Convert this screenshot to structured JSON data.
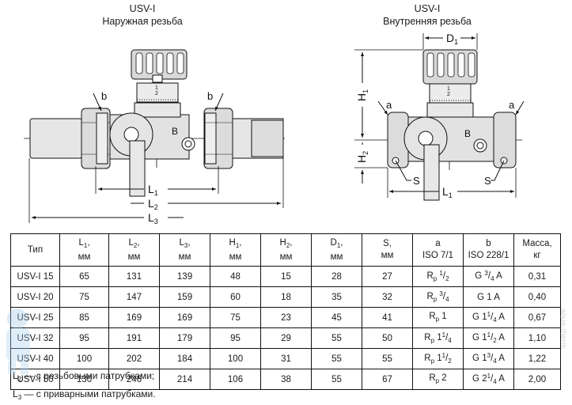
{
  "drawings": {
    "left": {
      "title": "USV-I",
      "subtitle": "Наружная резьба",
      "labels": {
        "b_left": "b",
        "b_right": "b",
        "B": "B",
        "L1": "L",
        "L1_sub": "1",
        "L2": "L",
        "L2_sub": "2",
        "L3": "L",
        "L3_sub": "3"
      }
    },
    "right": {
      "title": "USV-I",
      "subtitle": "Внутренняя резьба",
      "labels": {
        "D1": "D",
        "D1_sub": "1",
        "H1": "H",
        "H1_sub": "1",
        "H2": "H",
        "H2_sub": "2",
        "a_left": "a",
        "a_right": "a",
        "B": "B",
        "S_left": "S",
        "S_right": "S",
        "L1": "L",
        "L1_sub": "1"
      }
    }
  },
  "table": {
    "headers": [
      {
        "main": "Тип",
        "sub": "",
        "unit": ""
      },
      {
        "main": "L",
        "sub": "1",
        "unit": "мм"
      },
      {
        "main": "L",
        "sub": "2",
        "unit": "мм"
      },
      {
        "main": "L",
        "sub": "3",
        "unit": "мм"
      },
      {
        "main": "H",
        "sub": "1",
        "unit": "мм"
      },
      {
        "main": "H",
        "sub": "2",
        "unit": "мм"
      },
      {
        "main": "D",
        "sub": "1",
        "unit": "мм"
      },
      {
        "main": "S",
        "sub": "",
        "unit": "мм"
      },
      {
        "main": "a",
        "sub": "",
        "unit": "ISO 7/1"
      },
      {
        "main": "b",
        "sub": "",
        "unit": "ISO 228/1"
      },
      {
        "main": "Масса",
        "sub": "",
        "unit": "кг"
      }
    ],
    "rows": [
      {
        "type": "USV-I 15",
        "L1": "65",
        "L2": "131",
        "L3": "139",
        "H1": "48",
        "H2": "15",
        "D1": "28",
        "S": "27",
        "a_base": "R",
        "a_sub": "p",
        "a_val": "1/2",
        "b_val": "G 3/4 A",
        "mass": "0,31"
      },
      {
        "type": "USV-I 20",
        "L1": "75",
        "L2": "147",
        "L3": "159",
        "H1": "60",
        "H2": "18",
        "D1": "35",
        "S": "32",
        "a_base": "R",
        "a_sub": "p",
        "a_val": "3/4",
        "b_val": "G 1 A",
        "mass": "0,40"
      },
      {
        "type": "USV-I 25",
        "L1": "85",
        "L2": "169",
        "L3": "169",
        "H1": "75",
        "H2": "23",
        "D1": "45",
        "S": "41",
        "a_base": "R",
        "a_sub": "p",
        "a_val": "1",
        "b_val": "G 1 1/4 A",
        "mass": "0,67"
      },
      {
        "type": "USV-I 32",
        "L1": "95",
        "L2": "191",
        "L3": "179",
        "H1": "95",
        "H2": "29",
        "D1": "55",
        "S": "50",
        "a_base": "R",
        "a_sub": "p",
        "a_val": "1 1/4",
        "b_val": "G 1 1/2 A",
        "mass": "1,10"
      },
      {
        "type": "USV-I 40",
        "L1": "100",
        "L2": "202",
        "L3": "184",
        "H1": "100",
        "H2": "31",
        "D1": "55",
        "S": "55",
        "a_base": "R",
        "a_sub": "p",
        "a_val": "1 1/2",
        "b_val": "G 1 3/4 A",
        "mass": "1,22"
      },
      {
        "type": "USV-I 50",
        "L1": "130",
        "L2": "246",
        "L3": "214",
        "H1": "106",
        "H2": "38",
        "D1": "55",
        "S": "67",
        "a_base": "R",
        "a_sub": "p",
        "a_val": "2",
        "b_val": "G 2 1/4 A",
        "mass": "2,00"
      }
    ]
  },
  "notes": [
    {
      "sym": "L",
      "sub": "2",
      "text": " — с резьбовыми патрубками;"
    },
    {
      "sym": "L",
      "sub": "3",
      "text": " — с приварными патрубками."
    }
  ],
  "watermark": "aqua-therm"
}
